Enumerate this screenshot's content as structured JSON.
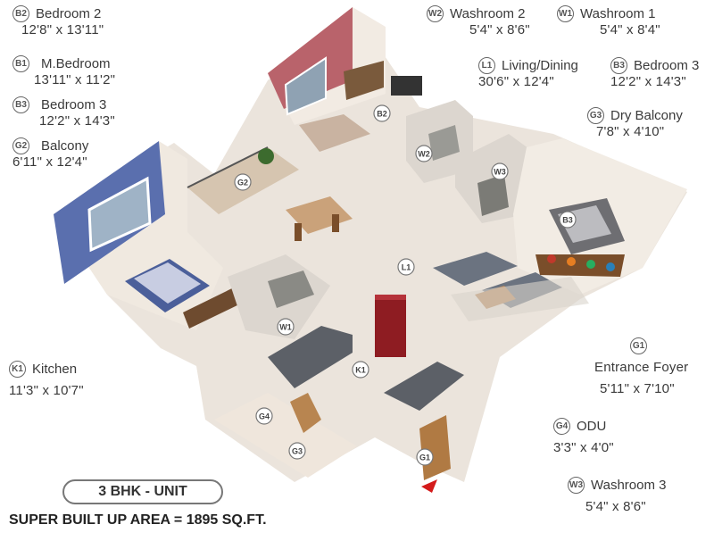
{
  "rooms": [
    {
      "code": "B2",
      "name": "Bedroom 2",
      "dims": "12'8\" x 13'11\""
    },
    {
      "code": "B1",
      "name": "M.Bedroom",
      "dims": "13'11\" x 11'2\""
    },
    {
      "code": "B3",
      "name": "Bedroom 3",
      "dims": "12'2\" x 14'3\""
    },
    {
      "code": "G2",
      "name": "Balcony",
      "dims": "6'11\" x 12'4\""
    },
    {
      "code": "W2",
      "name": "Washroom 2",
      "dims": "5'4\" x 8'6\""
    },
    {
      "code": "W1",
      "name": "Washroom 1",
      "dims": "5'4\" x 8'4\""
    },
    {
      "code": "L1",
      "name": "Living/Dining",
      "dims": "30'6\" x 12'4\""
    },
    {
      "code": "B3",
      "name": "Bedroom 3",
      "dims": "12'2\" x 14'3\""
    },
    {
      "code": "G3",
      "name": "Dry Balcony",
      "dims": "7'8\" x 4'10\""
    },
    {
      "code": "K1",
      "name": "Kitchen",
      "dims": "11'3\" x 10'7\""
    },
    {
      "code": "G1",
      "name": "Entrance Foyer",
      "dims": "5'11\" x 7'10\""
    },
    {
      "code": "G4",
      "name": "ODU",
      "dims": "3'3\" x 4'0\""
    },
    {
      "code": "W3",
      "name": "Washroom 3",
      "dims": "5'4\" x 8'6\""
    }
  ],
  "plan_tags": [
    "B2",
    "W2",
    "W3",
    "G2",
    "B3",
    "L1",
    "W1",
    "K1",
    "G4",
    "G3",
    "G1"
  ],
  "unit_label": "3 BHK - UNIT",
  "area_label": "SUPER BUILT UP AREA = 1895 SQ.FT."
}
